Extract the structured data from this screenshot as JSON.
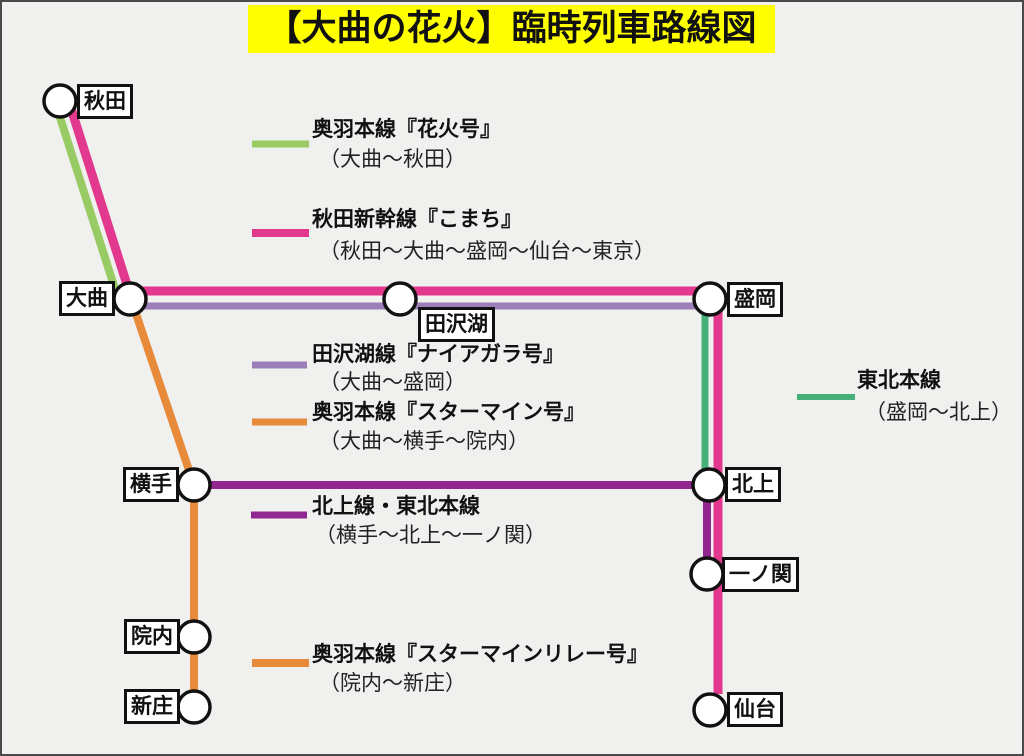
{
  "title": "【大曲の花火】臨時列車路線図",
  "colors": {
    "background": "#F0F0EE",
    "title_bg": "#FFFF00",
    "hanabi_green": "#99CB65",
    "komachi_pink": "#E2388D",
    "niagara_purple": "#9C7EB8",
    "starmine_orange": "#E78A39",
    "kitakami_purple": "#92278F",
    "tohoku_green": "#47B078",
    "station_fill": "#FFFFFF",
    "station_stroke": "#111111"
  },
  "stations": [
    {
      "name": "秋田"
    },
    {
      "name": "大曲"
    },
    {
      "name": "田沢湖"
    },
    {
      "name": "盛岡"
    },
    {
      "name": "横手"
    },
    {
      "name": "北上"
    },
    {
      "name": "一ノ関"
    },
    {
      "name": "院内"
    },
    {
      "name": "新庄"
    },
    {
      "name": "仙台"
    }
  ],
  "legend": [
    {
      "line": "奥羽本線『花火号』",
      "route": "（大曲～秋田）",
      "color": "#99CB65"
    },
    {
      "line": "秋田新幹線『こまち』",
      "route": "（秋田～大曲～盛岡～仙台～東京）",
      "color": "#E2388D"
    },
    {
      "line": "田沢湖線『ナイアガラ号』",
      "route": "（大曲～盛岡）",
      "color": "#9C7EB8"
    },
    {
      "line": "奥羽本線『スターマイン号』",
      "route": "（大曲～横手～院内）",
      "color": "#E78A39"
    },
    {
      "line": "東北本線",
      "route": "（盛岡～北上）",
      "color": "#47B078"
    },
    {
      "line": "北上線・東北本線",
      "route": "（横手～北上～一ノ関）",
      "color": "#92278F"
    },
    {
      "line": "奥羽本線『スターマインリレー号』",
      "route": "（院内～新庄）",
      "color": "#E78A39"
    }
  ]
}
